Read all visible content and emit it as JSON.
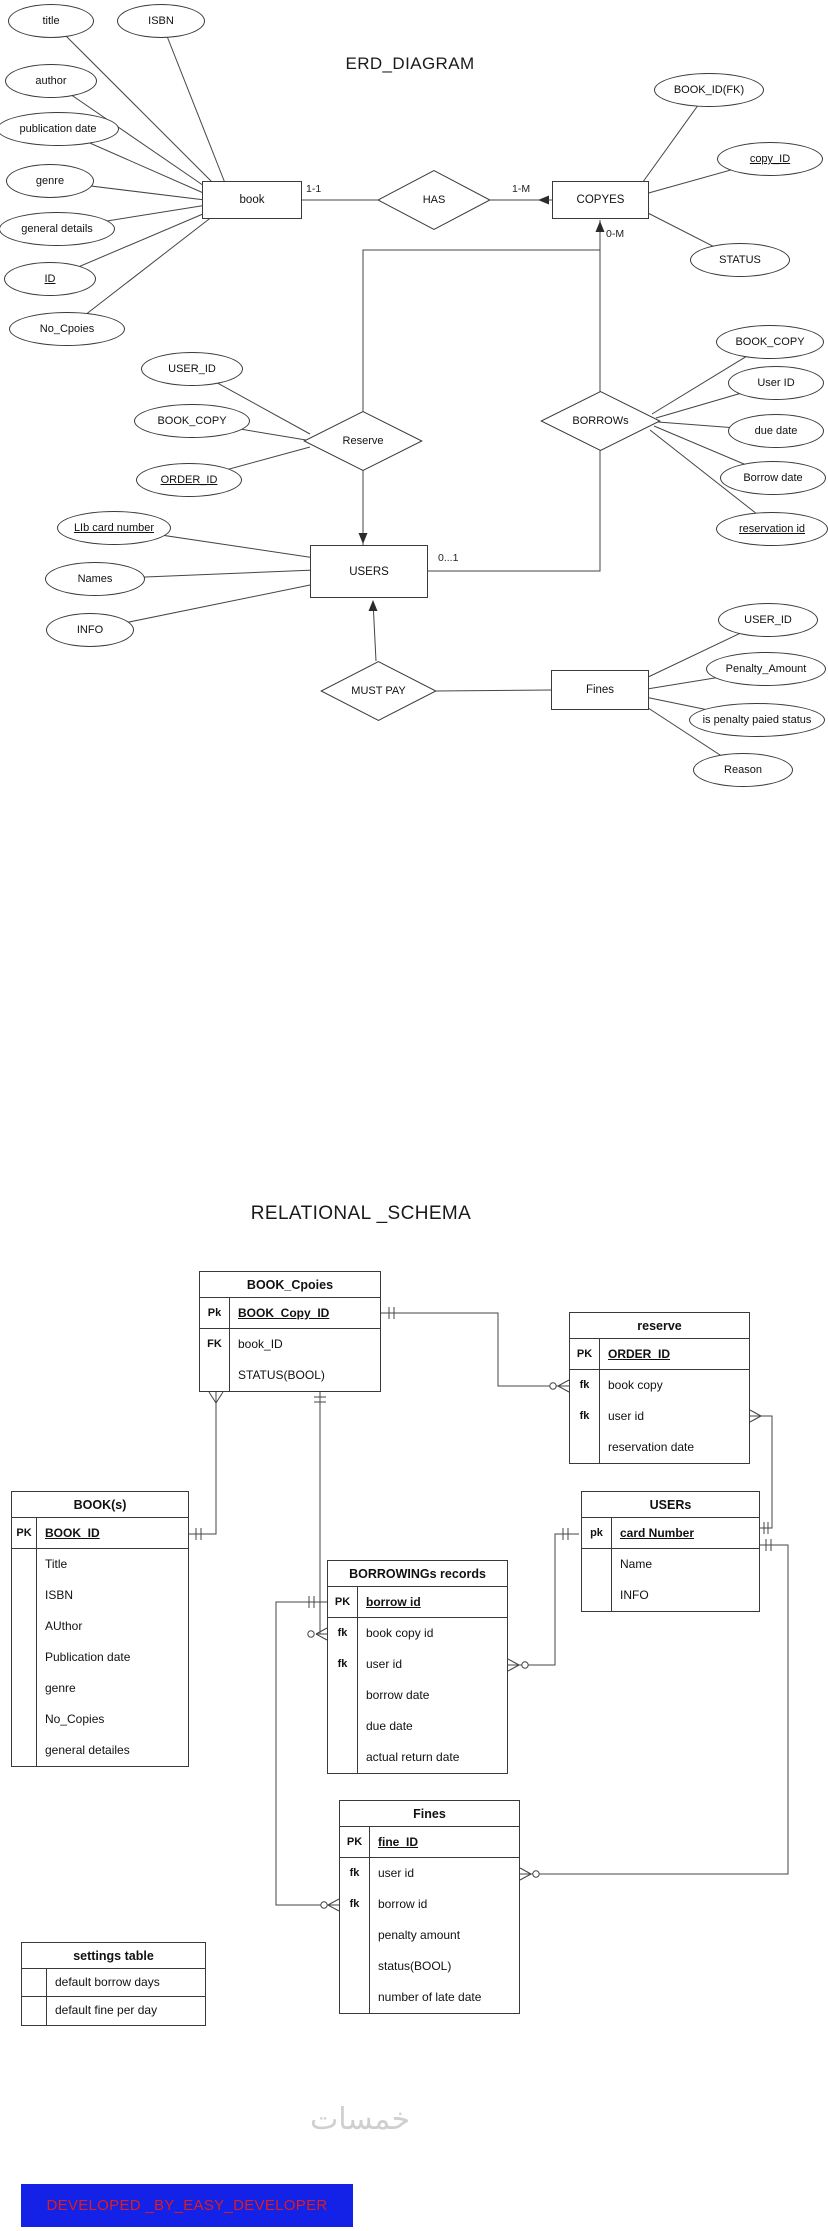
{
  "erd": {
    "title": "ERD_DIAGRAM",
    "entities": {
      "book": "book",
      "copyes": "COPYES",
      "users": "USERS",
      "fines": "Fines"
    },
    "relationships": {
      "has": "HAS",
      "reserve": "Reserve",
      "borrows": "BORROWs",
      "must_pay": "MUST PAY"
    },
    "cardinalities": {
      "book_has": "1-1",
      "has_copyes": "1-M",
      "copyes_borrows": "0-M",
      "users_borrows": "0...1"
    },
    "attributes": {
      "book": [
        {
          "label": "title",
          "key": false
        },
        {
          "label": "ISBN",
          "key": false
        },
        {
          "label": "author",
          "key": false
        },
        {
          "label": "publication date",
          "key": false
        },
        {
          "label": "genre",
          "key": false
        },
        {
          "label": "general details",
          "key": false
        },
        {
          "label": "ID",
          "key": true
        },
        {
          "label": "No_Cpoies",
          "key": false
        }
      ],
      "copyes": [
        {
          "label": "BOOK_ID(FK)",
          "key": false
        },
        {
          "label": "copy_ID",
          "key": true
        },
        {
          "label": "STATUS",
          "key": false
        }
      ],
      "borrows": [
        {
          "label": "BOOK_COPY",
          "key": false
        },
        {
          "label": "User ID",
          "key": false
        },
        {
          "label": "due date",
          "key": false
        },
        {
          "label": "Borrow date",
          "key": false
        },
        {
          "label": "reservation id",
          "key": true
        }
      ],
      "reserve": [
        {
          "label": "USER_ID",
          "key": false
        },
        {
          "label": "BOOK_COPY",
          "key": false
        },
        {
          "label": "ORDER_ID",
          "key": true
        }
      ],
      "users": [
        {
          "label": "LIb card number",
          "key": true
        },
        {
          "label": "Names",
          "key": false
        },
        {
          "label": "INFO",
          "key": false
        }
      ],
      "fines": [
        {
          "label": "USER_ID",
          "key": false
        },
        {
          "label": "Penalty_Amount",
          "key": false
        },
        {
          "label": "is penalty paied status",
          "key": false
        },
        {
          "label": "Reason",
          "key": false
        }
      ]
    }
  },
  "schema": {
    "title": "RELATIONAL _SCHEMA",
    "tables": {
      "book_cpoies": {
        "title": "BOOK_Cpoies",
        "rows": [
          {
            "key": "Pk",
            "label": "BOOK_Copy_ID"
          },
          {
            "key": "FK",
            "label": "book_ID"
          },
          {
            "key": "",
            "label": "STATUS(BOOL)"
          }
        ]
      },
      "reserve": {
        "title": "reserve",
        "rows": [
          {
            "key": "PK",
            "label": "ORDER_ID"
          },
          {
            "key": "fk",
            "label": "book copy"
          },
          {
            "key": "fk",
            "label": "user id"
          },
          {
            "key": "",
            "label": "reservation date"
          }
        ]
      },
      "books": {
        "title": "BOOK(s)",
        "rows": [
          {
            "key": "PK",
            "label": "BOOK_ID"
          },
          {
            "key": "",
            "label": "Title"
          },
          {
            "key": "",
            "label": "ISBN"
          },
          {
            "key": "",
            "label": "AUthor"
          },
          {
            "key": "",
            "label": "Publication date"
          },
          {
            "key": "",
            "label": "genre"
          },
          {
            "key": "",
            "label": "No_Copies"
          },
          {
            "key": "",
            "label": "general detailes"
          }
        ]
      },
      "users": {
        "title": "USERs",
        "rows": [
          {
            "key": "pk",
            "label": "card Number"
          },
          {
            "key": "",
            "label": "Name"
          },
          {
            "key": "",
            "label": "INFO"
          }
        ]
      },
      "borrowings": {
        "title": "BORROWINGs records",
        "rows": [
          {
            "key": "PK",
            "label": "borrow id"
          },
          {
            "key": "fk",
            "label": "book copy id"
          },
          {
            "key": "fk",
            "label": "user id"
          },
          {
            "key": "",
            "label": "borrow date"
          },
          {
            "key": "",
            "label": "due date"
          },
          {
            "key": "",
            "label": "actual return date"
          }
        ]
      },
      "fines": {
        "title": "Fines",
        "rows": [
          {
            "key": "PK",
            "label": "fine_ID"
          },
          {
            "key": "fk",
            "label": "user id"
          },
          {
            "key": "fk",
            "label": "borrow id"
          },
          {
            "key": "",
            "label": "penalty amount"
          },
          {
            "key": "",
            "label": "status(BOOL)"
          },
          {
            "key": "",
            "label": "number of late date"
          }
        ]
      },
      "settings": {
        "title": "settings table",
        "rows": [
          {
            "key": "",
            "label": "default borrow days"
          },
          {
            "key": "",
            "label": "default fine per day"
          }
        ]
      }
    }
  },
  "watermark": "خمسات",
  "footer": {
    "label": "DEVELOPED _BY_EASY_DEVELOPER",
    "bg_color": "#1421e6",
    "text_color": "#e21b1b"
  }
}
